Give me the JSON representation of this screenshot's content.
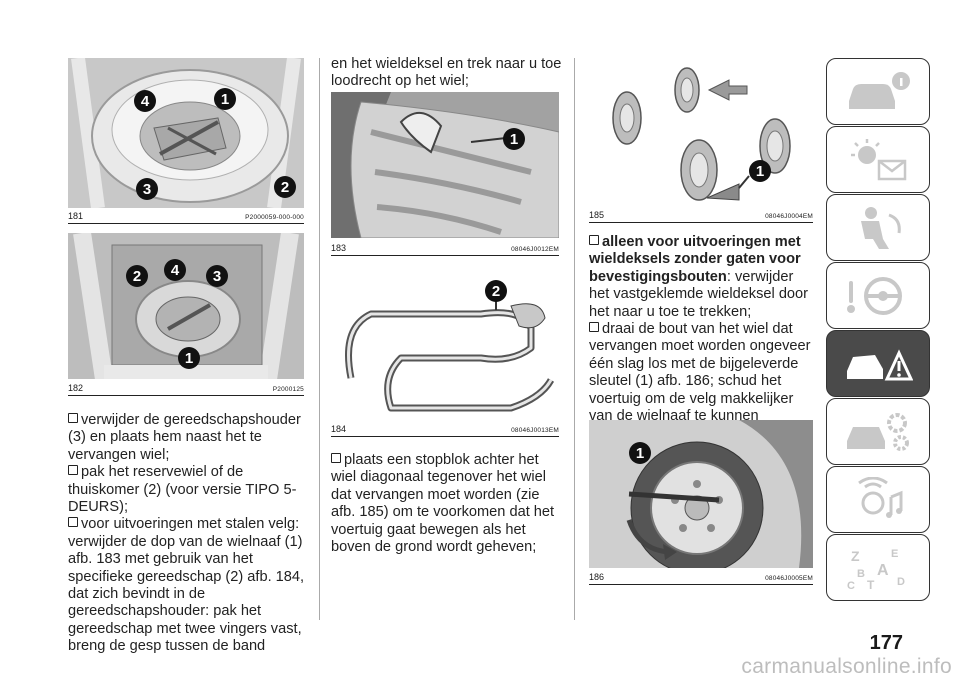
{
  "figures": {
    "f181": {
      "num": "181",
      "code": "P2000059-000-000"
    },
    "f182": {
      "num": "182",
      "code": "P2000125"
    },
    "f183": {
      "num": "183",
      "code": "08046J0012EM"
    },
    "f184": {
      "num": "184",
      "code": "08046J0013EM"
    },
    "f185": {
      "num": "185",
      "code": "08046J0004EM"
    },
    "f186": {
      "num": "186",
      "code": "08046J0005EM"
    }
  },
  "callouts": {
    "f181": [
      "4",
      "1",
      "3",
      "2"
    ],
    "f182": [
      "2",
      "4",
      "3",
      "1"
    ],
    "f183": [
      "1"
    ],
    "f184": [
      "2"
    ],
    "f185": [
      "1"
    ],
    "f186": [
      "1"
    ]
  },
  "col1": {
    "b1": "verwijder de gereedschapshouder (3) en plaats hem naast het te vervangen wiel;",
    "b2": "pak het reservewiel of de thuiskomer (2) (voor versie TIPO 5-DEURS);",
    "b3": "voor uitvoeringen met stalen velg: verwijder de dop van de wielnaaf (1) afb. 183 met gebruik van het specifieke gereedschap (2) afb. 184, dat zich bevindt in de gereedschapshouder: pak het gereedschap met twee vingers vast, breng de gesp tussen de band"
  },
  "col2": {
    "cont": "en het wieldeksel en trek naar u toe loodrecht op het wiel;",
    "b1": "plaats een stopblok achter het wiel diagonaal tegenover het wiel dat vervangen moet worden (zie afb. 185) om te voorkomen dat het voertuig gaat bewegen als het boven de grond wordt geheven;"
  },
  "col3": {
    "b1_bold": "alleen voor uitvoeringen met wieldeksels zonder gaten voor bevestigingsbouten",
    "b1_rest": ": verwijder het vastgeklemde wieldeksel door het naar u toe te trekken;",
    "b2": "draai de bout van het wiel dat vervangen moet worden ongeveer één slag los met de bijgeleverde sleutel (1) afb. 186; schud het voertuig om de velg makkelijker van de wielnaaf te kunnen scheiden;"
  },
  "page_number": "177",
  "watermark": "carmanualsonline.info",
  "sidebar": {
    "tabs": [
      {
        "icon": "car-info-icon",
        "active": false
      },
      {
        "icon": "warning-lights-icon",
        "active": false
      },
      {
        "icon": "airbag-seat-icon",
        "active": false
      },
      {
        "icon": "steering-wheel-icon",
        "active": false
      },
      {
        "icon": "car-crash-warning-icon",
        "active": true
      },
      {
        "icon": "car-maintenance-gears-icon",
        "active": false
      },
      {
        "icon": "multimedia-icon",
        "active": false
      },
      {
        "icon": "alphabetical-index-icon",
        "active": false
      }
    ],
    "alpha_letters": [
      "Z",
      "E",
      "B",
      "A",
      "C",
      "T",
      "D"
    ]
  },
  "colors": {
    "active_tab": "#4a4a4a",
    "callout": "#111111"
  }
}
